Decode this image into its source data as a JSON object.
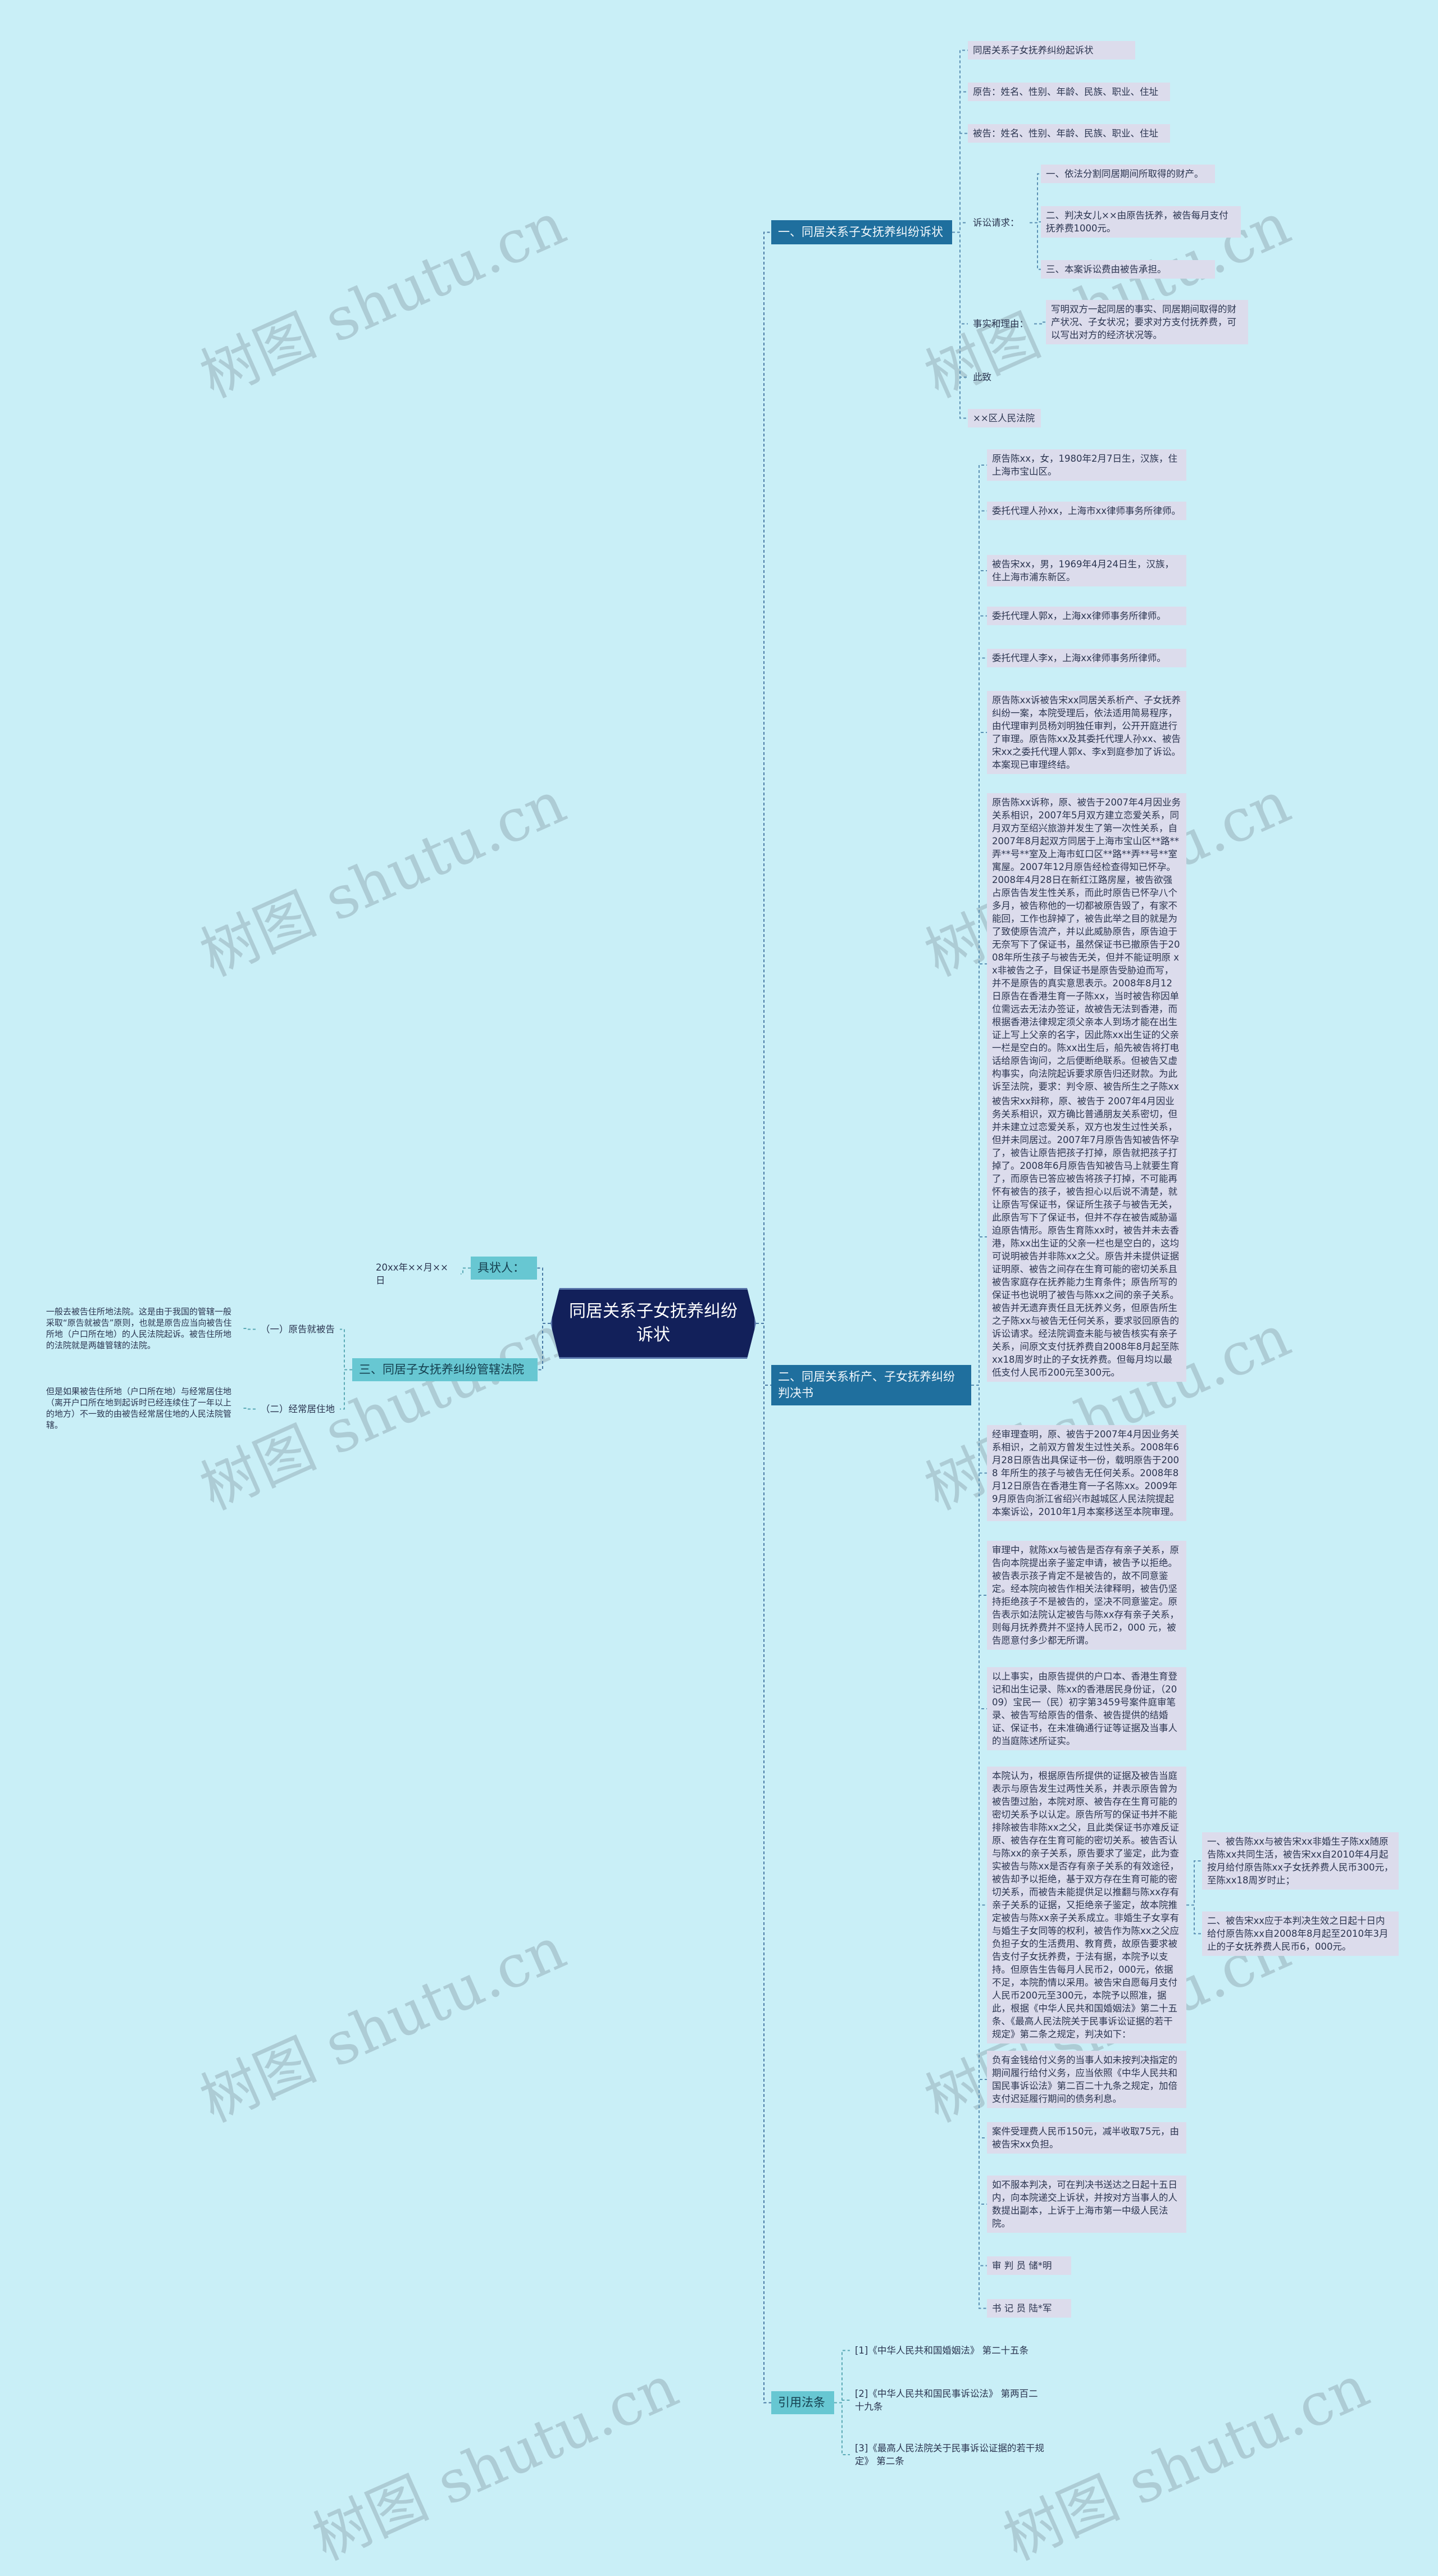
{
  "watermark": "树图 shutu.cn",
  "root": "同居关系子女抚养纠纷诉状",
  "b1": {
    "label": "一、同居关系子女抚养纠纷诉状",
    "items": [
      "同居关系子女抚养纠纷起诉状",
      "原告：姓名、性别、年龄、民族、职业、住址",
      "被告：姓名、性别、年龄、民族、职业、住址",
      "诉讼请求：",
      "事实和理由：",
      "此致",
      "××区人民法院"
    ],
    "claims": [
      "一、依法分割同居期间所取得的财产。",
      "二、判决女儿××由原告抚养，被告每月支付抚养费1000元。",
      "三、本案诉讼费由被告承担。"
    ],
    "facts": "写明双方一起同居的事实、同居期间取得的财产状况、子女状况；要求对方支付抚养费，可以写出对方的经济状况等。"
  },
  "b2": {
    "label": "二、同居关系析产、子女抚养纠纷判决书",
    "items": [
      "原告陈xx，女，1980年2月7日生，汉族，住上海市宝山区。",
      "委托代理人孙xx，上海市xx律师事务所律师。",
      "被告宋xx，男，1969年4月24日生，汉族，住上海市浦东新区。",
      "委托代理人郭x，上海xx律师事务所律师。",
      "委托代理人李x，上海xx律师事务所律师。",
      "原告陈xx诉被告宋xx同居关系析产、子女抚养纠纷一案，本院受理后，依法适用简易程序，由代理审判员杨刘明独任审判，公开开庭进行了审理。原告陈xx及其委托代理人孙xx、被告宋xx之委托代理人郭x、李x到庭参加了诉讼。本案现已审理终结。",
      "原告陈xx诉称，原、被告于2007年4月因业务关系相识，2007年5月双方建立恋爱关系，同月双方至绍兴旅游并发生了第一次性关系，自2007年8月起双方同居于上海市宝山区**路**弄**号**室及上海市虹口区**路**弄**号**室寓屋。2007年12月原告经检查得知已怀孕。2008年4月28日在新红江路房屋，被告欲强占原告告发生性关系，而此时原告已怀孕八个多月，被告称他的一切都被原告毁了，有家不能回，工作也辞掉了，被告此举之目的就是为了致使原告流产，并以此威胁原告，原告迫于无奈写下了保证书，虽然保证书已撤原告于2008年所生孩子与被告无关，但并不能证明原 xx非被告之子，目保证书是原告受胁迫而写，并不是原告的真实意思表示。2008年8月12日原告在香港生育一子陈xx，当时被告称因单位需远去无法办签证，故被告无法到香港，而根据香港法律规定须父亲本人到场才能在出生证上写上父亲的名字，因此陈xx出生证的父亲一栏是空白的。陈xx出生后，船先被告将打电话给原告询问，之后便断绝联系。但被告又虚构事实，向法院起诉要求原告归还财款。为此诉至法院，要求：判令原、被告所生之子陈xx随原告共同生活，被告按每月人民币2，000元支付原告自2008年8月起至陈xx18周岁时止的子女抚养费。",
      "被告宋xx辩称，原、被告于 2007年4月因业务关系相识，双方确比普通朋友关系密切，但并未建立过恋爱关系，双方也发生过性关系，但并未同居过。2007年7月原告告知被告怀孕了，被告让原告把孩子打掉，原告就把孩子打掉了。2008年6月原告告知被告马上就要生育了，而原告已答应被告将孩子打掉，不可能再怀有被告的孩子，被告担心以后说不清楚，就让原告写保证书，保证所生孩子与被告无关，此原告写下了保证书，但并不存在被告威胁逼迫原告情形。原告生育陈xx时，被告并未去香港，陈xx出生证的父亲一栏也是空白的，这均可说明被告并非陈xx之父。原告并未提供证据证明原、被告之间存在生育可能的密切关系且被告家庭存在抚养能力生育条件；原告所写的保证书也说明了被告与陈xx之间的亲子关系。被告并无遗弃责任且无抚养义务，但原告所生之子陈xx与被告无任何关系，要求驳回原告的诉讼请求。经法院调查未能与被告核实有亲子关系，间原文支付抚养费自2008年8月起至陈xx18周岁时止的子女抚养费。但每月均以最低支付人民币200元至300元。",
      "经审理查明，原、被告于2007年4月因业务关系相识，之前双方曾发生过性关系。2008年6月28日原告出具保证书一份，载明原告于2008 年所生的孩子与被告无任何关系。2008年8月12日原告在香港生育一子名陈xx。2009年9月原告向浙江省绍兴市越城区人民法院提起本案诉讼，2010年1月本案移送至本院审理。",
      "审理中，就陈xx与被告是否存有亲子关系，原告向本院提出亲子鉴定申请，被告予以拒绝。被告表示孩子肯定不是被告的，故不同意鉴定。经本院向被告作相关法律释明，被告仍坚持拒绝孩子不是被告的，坚决不同意鉴定。原告表示如法院认定被告与陈xx存有亲子关系，则每月抚养费并不坚持人民币2，000 元，被告愿意付多少都无所谓。",
      "以上事实，由原告提供的户口本、香港生育登记和出生记录、陈xx的香港居民身份证，（2009）宝民一（民）初字第3459号案件庭审笔录、被告写给原告的借条、被告提供的结婚证、保证书，在未准确通行证等证据及当事人的当庭陈述所证实。",
      "本院认为，根据原告所提供的证据及被告当庭表示与原告发生过两性关系，并表示原告曾为被告堕过胎，本院对原、被告存在生育可能的密切关系予以认定。原告所写的保证书并不能排除被告非陈xx之父，且此类保证书亦难反证原、被告存在生育可能的密切关系。被告否认与陈xx的亲子关系，原告要求了鉴定，此为查实被告与陈xx是否存有亲子关系的有效途径，被告却予以拒绝，基于双方存在生育可能的密切关系，而被告未能提供足以推翻与陈xx存有亲子关系的证据，又拒绝亲子鉴定，故本院推定被告与陈xx亲子关系成立。非婚生子女享有与婚生子女同等的权利，被告作为陈xx之父应负担子女的生活费用、教育费，故原告要求被告支付子女抚养费，于法有据，本院予以支持。但原告生告每月人民币2，000元，依据不足，本院酌情以采用。被告宋自愿每月支付人民币200元至300元，本院予以照准，据此，根据《中华人民共和国婚姻法》第二十五条、《最高人民法院关于民事诉讼证据的若干规定》第二条之规定，判决如下：",
      "负有金钱给付义务的当事人如未按判决指定的期间履行给付义务，应当依照《中华人民共和国民事诉讼法》第二百二十九条之规定，加倍支付迟延履行期间的债务利息。",
      "案件受理费人民币150元，减半收取75元，由被告宋xx负担。",
      "如不服本判决，可在判决书送达之日起十五日内，向本院递交上诉状，并按对方当事人的人数提出副本，上诉于上海市第一中级人民法院。",
      "审 判 员 储*明",
      "书 记 员 陆*军"
    ],
    "rulings": [
      "一、被告陈xx与被告宋xx非婚生子陈xx随原告陈xx共同生活，被告宋xx自2010年4月起按月给付原告陈xx子女抚养费人民币300元，至陈xx18周岁时止；",
      "二、被告宋xx应于本判决生效之日起十日内给付原告陈xx自2008年8月起至2010年3月止的子女抚养费人民币6，000元。"
    ]
  },
  "b3": {
    "label": "三、同居子女抚养纠纷管辖法院",
    "subs": [
      "（一）原告就被告",
      "（二）经常居住地"
    ],
    "texts": [
      "一般去被告住所地法院。这是由于我国的管辖一般采取“原告就被告”原则，也就是原告应当向被告住所地（户口所在地）的人民法院起诉。被告住所地的法院就是两雄管辖的法院。",
      "但是如果被告住所地（户口所在地）与经常居住地（离开户口所在地到起诉时已经连续住了一年以上的地方）不一致的由被告经常居住地的人民法院管辖。"
    ]
  },
  "b4": {
    "label": "具状人：",
    "date": "20xx年××月××日"
  },
  "b5": {
    "label": "引用法条",
    "items": [
      "[1]《中华人民共和国婚姻法》 第二十五条",
      "[2]《中华人民共和国民事诉讼法》 第两百二十九条",
      "[3]《最高人民法院关于民事诉讼证据的若干规定》 第二条"
    ]
  }
}
